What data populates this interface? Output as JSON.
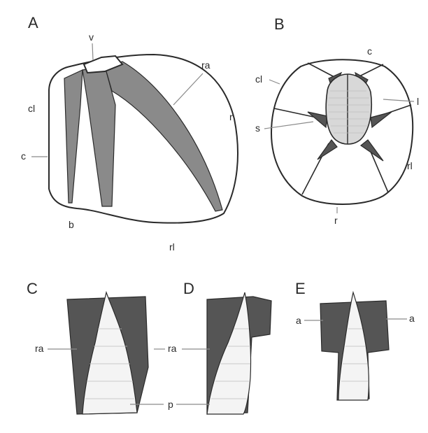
{
  "panels": {
    "A": "A",
    "B": "B",
    "C": "C",
    "D": "D",
    "E": "E"
  },
  "panel_A_labels": {
    "v": "v",
    "ra": "ra",
    "cl": "cl",
    "c": "c",
    "r": "r",
    "b": "b",
    "rl": "rl"
  },
  "panel_B_labels": {
    "c": "c",
    "cl": "cl",
    "l": "l",
    "s": "s",
    "rl": "rl",
    "r": "r"
  },
  "panel_C_labels": {
    "ra": "ra"
  },
  "panel_D_labels": {
    "ra": "ra",
    "p": "p"
  },
  "panel_E_labels": {
    "a_left": "a",
    "a_right": "a"
  },
  "colors": {
    "ink": "#2a2a2a",
    "band_shading": "#8a8a8a",
    "dark_plate": "#555555"
  }
}
